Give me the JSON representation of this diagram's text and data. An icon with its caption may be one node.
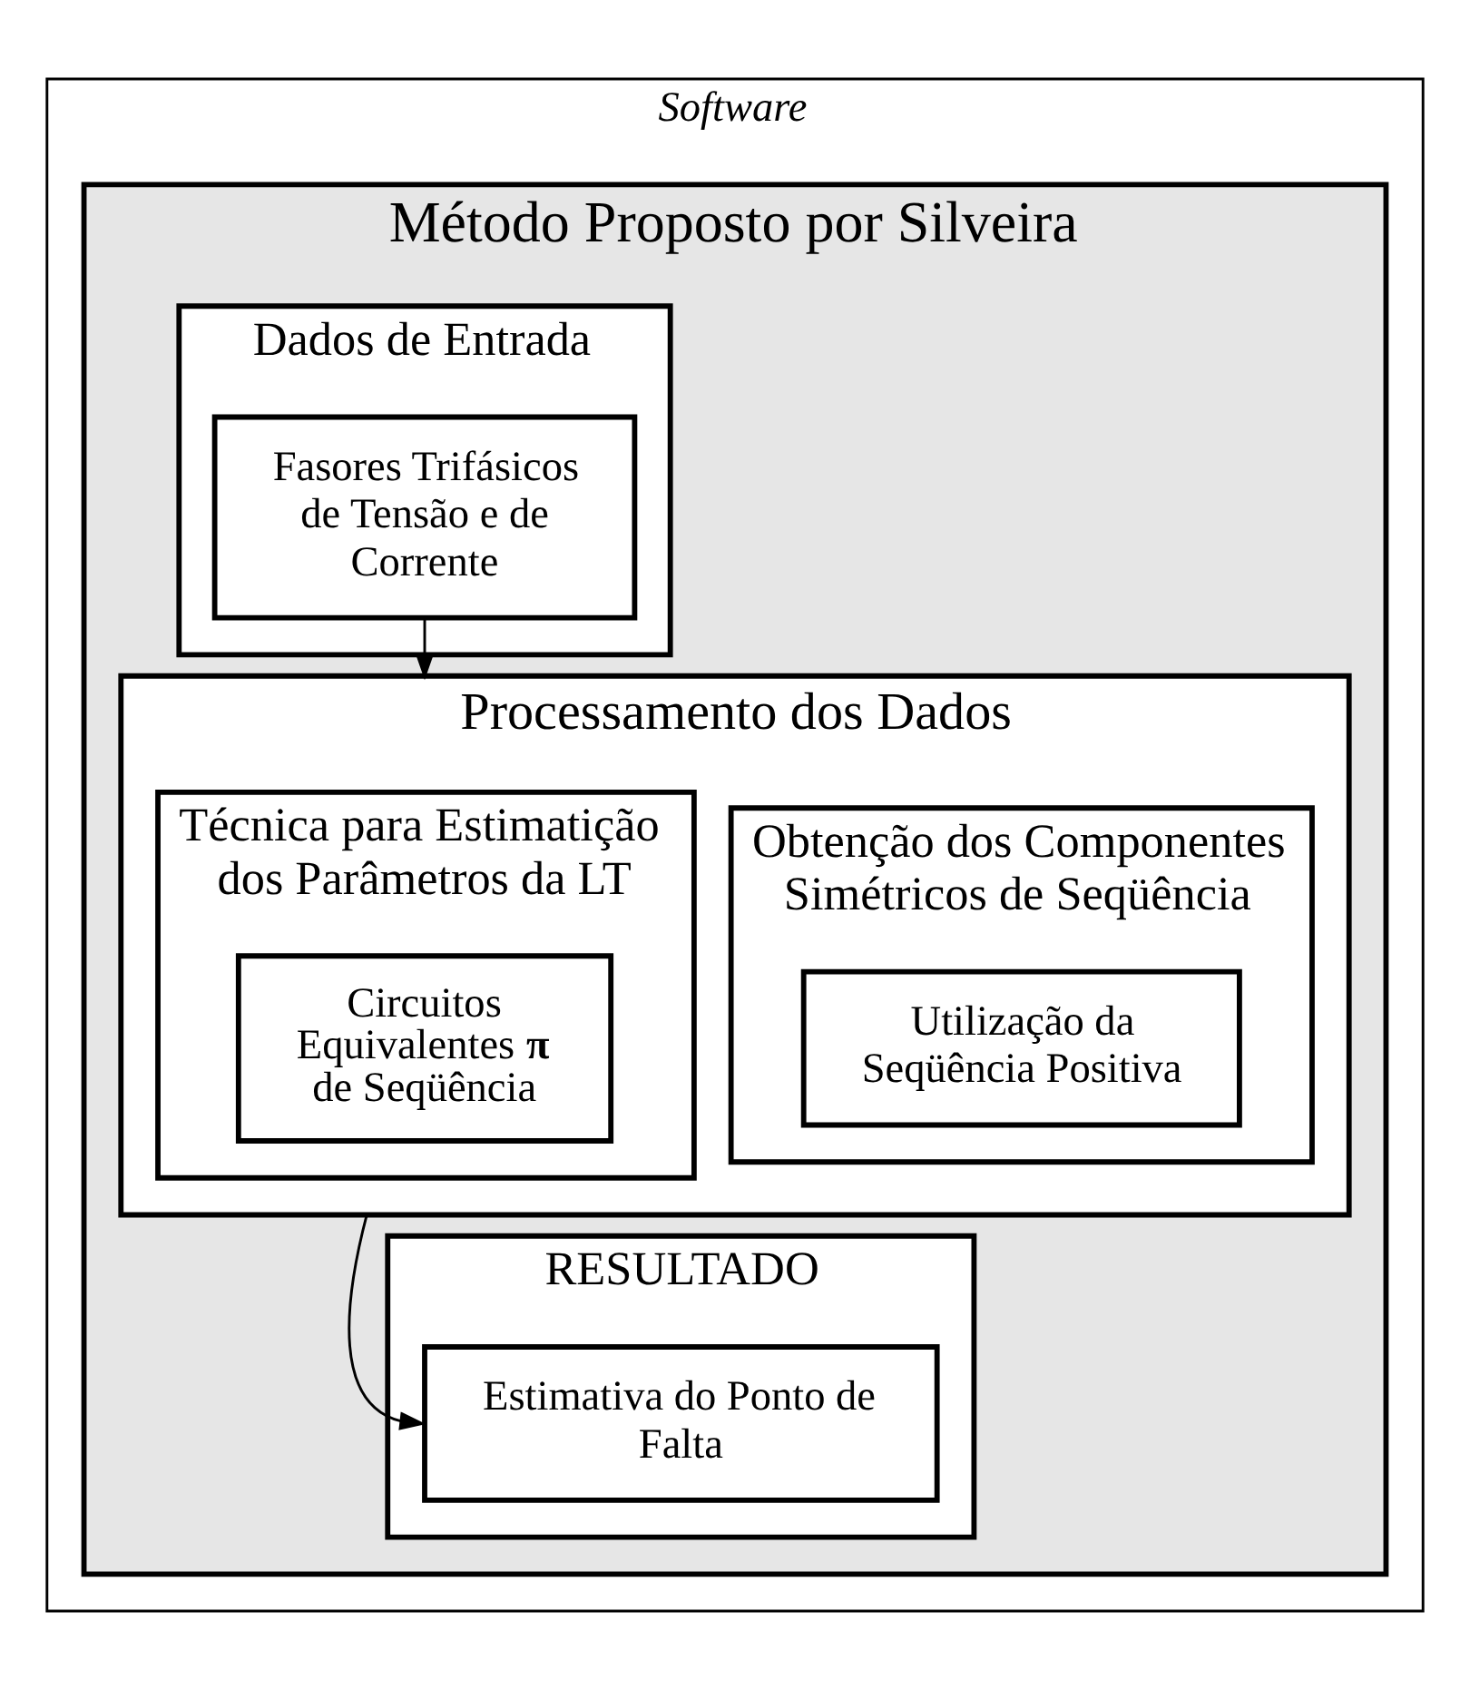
{
  "diagram": {
    "nodes": [
      {
        "text": [
          "Software"
        ]
      },
      {
        "text": [
          "Método Proposto por Silveira"
        ],
        "in": 0
      },
      {
        "text": [
          "Dados de Entrada"
        ],
        "in": 1
      },
      {
        "text": [
          "Fasores Trifásicos de Tensão e de Corrente"
        ],
        "in": 2
      },
      {
        "text": [
          "Processamento dos Dados"
        ],
        "in": 1
      },
      {
        "text": [
          "Obtenção dos Componentes Simétricos de Seqüência"
        ],
        "in": 4
      },
      {
        "text": [
          "Utilização da Seqüência Positiva"
        ],
        "in": 5
      },
      {
        "text": [
          "Técnica para Estimatição dos Parâmetros da LT"
        ],
        "in": 4
      },
      {
        "text": [
          "Circuitos Equivalentes **π** de Seqüência"
        ],
        "in": 7
      },
      {
        "text": [
          "RESULTADO"
        ],
        "in": 1
      },
      {
        "text": [
          "Estimativa do Ponto de Falta"
        ],
        "in": 9
      }
    ],
    "edges": [
      {
        "from": 3,
        "to": 4,
        "arrow": "to"
      },
      {
        "from": 4,
        "to": 10,
        "arrow": "to"
      }
    ]
  }
}
